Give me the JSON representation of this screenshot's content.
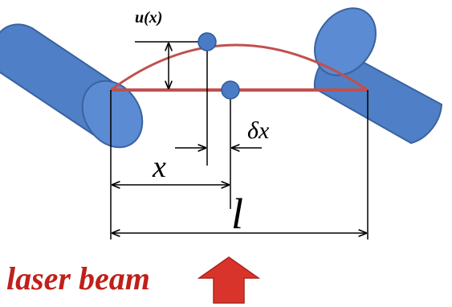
{
  "labels": {
    "u": "u(x)",
    "x": "x",
    "dx": "δx",
    "l": "l",
    "beam": "laser beam"
  },
  "colors": {
    "cylinder_fill": "#4f7fc6",
    "cylinder_edge": "#3b62a0",
    "string": "#c0504d",
    "bead": "#4a7bc4",
    "arrow": "#d9342b",
    "beam_text": "#c0201a",
    "ink": "#000000"
  }
}
